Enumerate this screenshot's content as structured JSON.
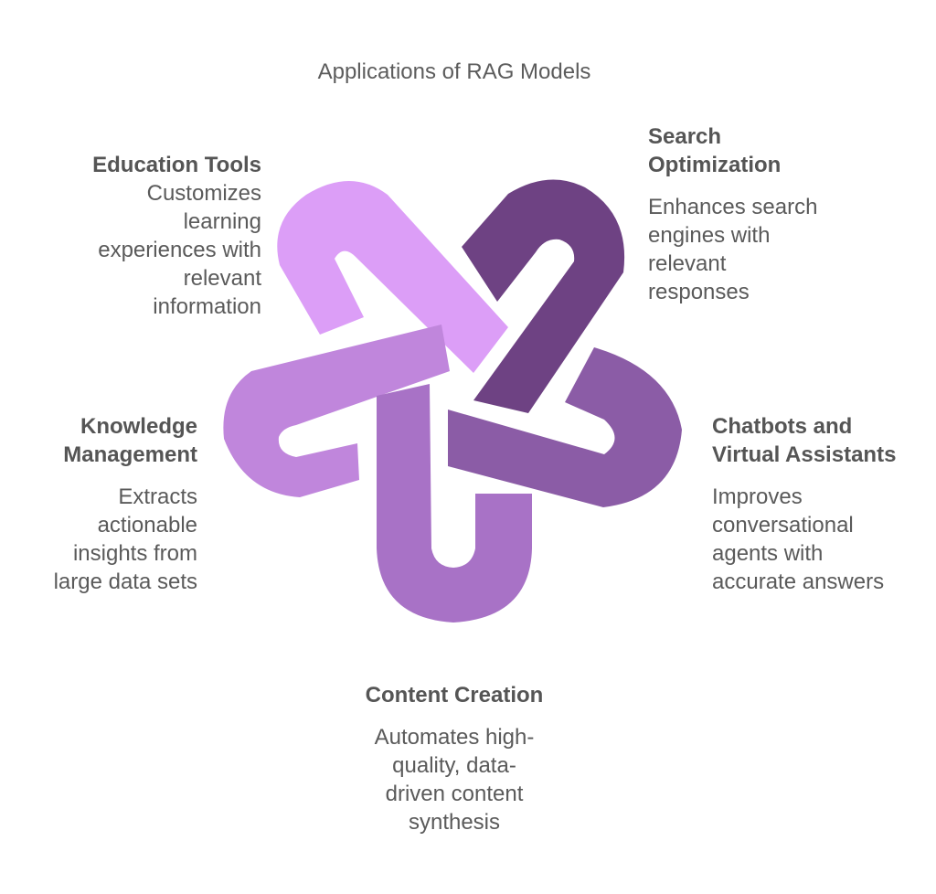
{
  "title": "Applications of RAG Models",
  "colors": {
    "education": "#DC9EF7",
    "search": "#6E4283",
    "chatbots": "#8B5CA6",
    "knowledge": "#C086DC",
    "content": "#A872C6"
  },
  "items": {
    "search": {
      "heading_line1": "Search",
      "heading_line2": "Optimization",
      "desc_lines": [
        "Enhances search",
        "engines with",
        "relevant",
        "responses"
      ]
    },
    "education": {
      "heading": "Education Tools",
      "desc_lines": [
        "Customizes",
        "learning",
        "experiences with",
        "relevant",
        "information"
      ]
    },
    "chatbots": {
      "heading_line1": "Chatbots and",
      "heading_line2": "Virtual Assistants",
      "desc_lines": [
        "Improves",
        "conversational",
        "agents with",
        "accurate answers"
      ]
    },
    "knowledge": {
      "heading_line1": "Knowledge",
      "heading_line2": "Management",
      "desc_lines": [
        "Extracts",
        "actionable",
        "insights from",
        "large data sets"
      ]
    },
    "content": {
      "heading": "Content Creation",
      "desc_lines": [
        "Automates high-",
        "quality, data-",
        "driven content",
        "synthesis"
      ]
    }
  }
}
